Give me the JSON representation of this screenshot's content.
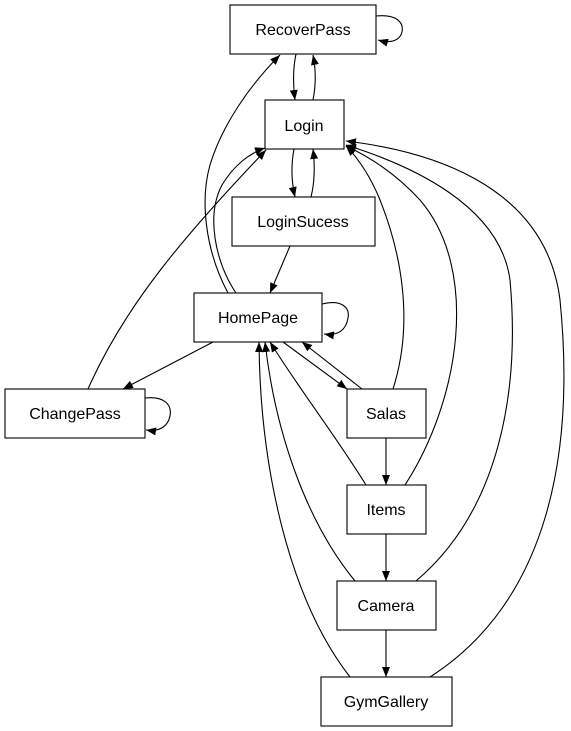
{
  "diagram": {
    "type": "directed-graph",
    "nodes": [
      {
        "id": "RecoverPass",
        "label": "RecoverPass"
      },
      {
        "id": "Login",
        "label": "Login"
      },
      {
        "id": "LoginSucess",
        "label": "LoginSucess"
      },
      {
        "id": "HomePage",
        "label": "HomePage"
      },
      {
        "id": "ChangePass",
        "label": "ChangePass"
      },
      {
        "id": "Salas",
        "label": "Salas"
      },
      {
        "id": "Items",
        "label": "Items"
      },
      {
        "id": "Camera",
        "label": "Camera"
      },
      {
        "id": "GymGallery",
        "label": "GymGallery"
      }
    ],
    "edges": [
      {
        "from": "RecoverPass",
        "to": "RecoverPass"
      },
      {
        "from": "RecoverPass",
        "to": "Login"
      },
      {
        "from": "Login",
        "to": "RecoverPass"
      },
      {
        "from": "Login",
        "to": "LoginSucess"
      },
      {
        "from": "LoginSucess",
        "to": "Login"
      },
      {
        "from": "LoginSucess",
        "to": "HomePage"
      },
      {
        "from": "HomePage",
        "to": "HomePage"
      },
      {
        "from": "HomePage",
        "to": "RecoverPass"
      },
      {
        "from": "HomePage",
        "to": "Login"
      },
      {
        "from": "HomePage",
        "to": "ChangePass"
      },
      {
        "from": "HomePage",
        "to": "Salas"
      },
      {
        "from": "ChangePass",
        "to": "ChangePass"
      },
      {
        "from": "ChangePass",
        "to": "Login"
      },
      {
        "from": "Salas",
        "to": "HomePage"
      },
      {
        "from": "Salas",
        "to": "Login"
      },
      {
        "from": "Salas",
        "to": "Items"
      },
      {
        "from": "Items",
        "to": "HomePage"
      },
      {
        "from": "Items",
        "to": "Login"
      },
      {
        "from": "Items",
        "to": "Camera"
      },
      {
        "from": "Camera",
        "to": "HomePage"
      },
      {
        "from": "Camera",
        "to": "Login"
      },
      {
        "from": "Camera",
        "to": "GymGallery"
      },
      {
        "from": "GymGallery",
        "to": "HomePage"
      },
      {
        "from": "GymGallery",
        "to": "Login"
      }
    ]
  }
}
